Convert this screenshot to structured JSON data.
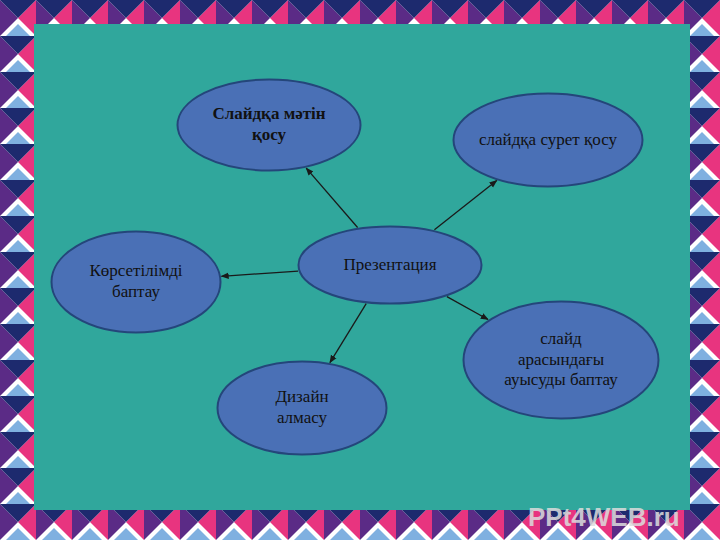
{
  "diagram": {
    "nodes": [
      {
        "text": [
          "Слайдқа мәтін қосу"
        ]
      },
      {
        "text": [
          "слайдқа сурет қосу"
        ]
      },
      {
        "text": [
          "Көрсетілімді баптау"
        ]
      },
      {
        "text": [
          "Презентация"
        ]
      },
      {
        "text": [
          "слайд арасындағы ауысуды баптау"
        ]
      },
      {
        "text": [
          "Дизайн алмасу"
        ]
      }
    ],
    "edges": [
      {
        "from": 3,
        "to": 0,
        "arrow": "to"
      },
      {
        "from": 3,
        "to": 1,
        "arrow": "to"
      },
      {
        "from": 3,
        "to": 2,
        "arrow": "to"
      },
      {
        "from": 3,
        "to": 4,
        "arrow": "to"
      },
      {
        "from": 3,
        "to": 5,
        "arrow": "to"
      }
    ],
    "labels": [
      "PPt4WEB.ru"
    ]
  }
}
